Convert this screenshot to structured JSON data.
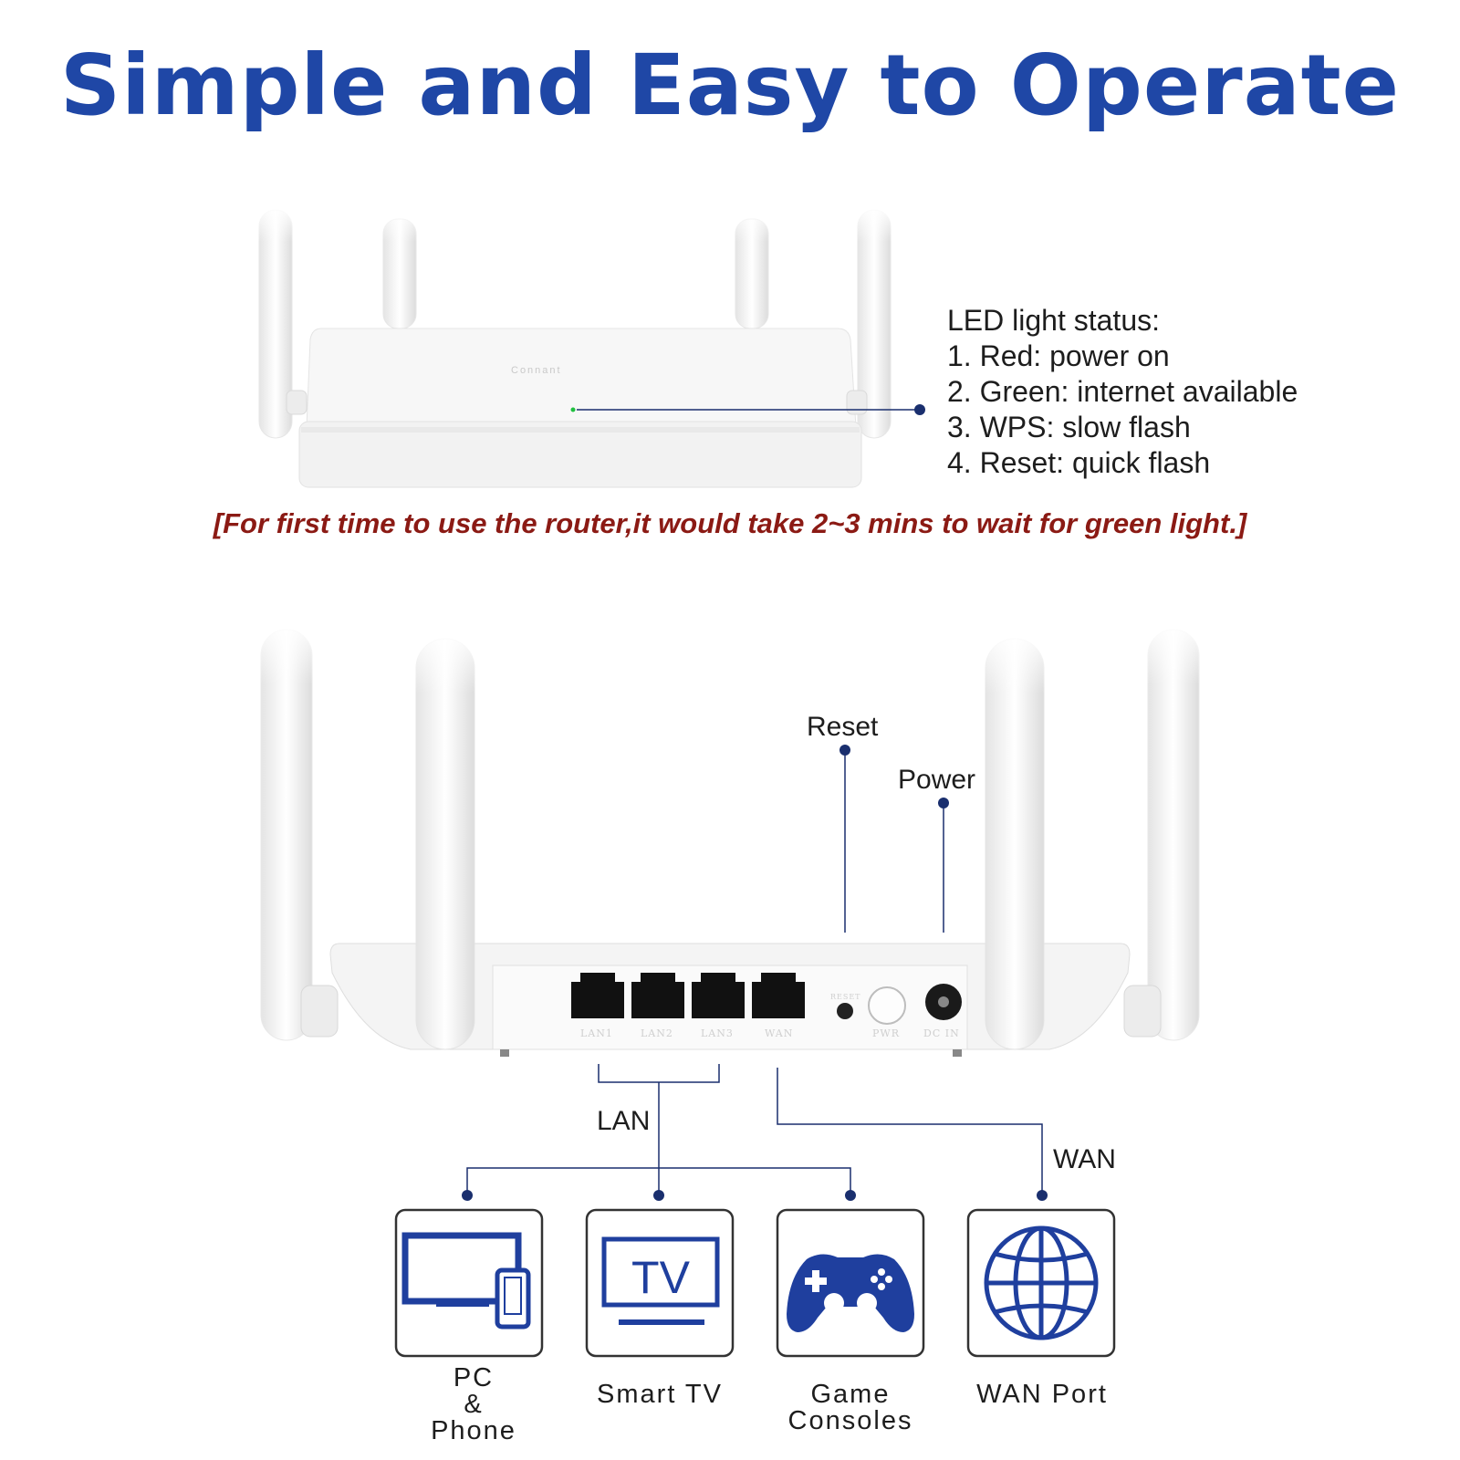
{
  "title": "Simple and Easy to Operate",
  "led_status": {
    "heading": "LED light status:",
    "items": [
      "1. Red: power on",
      "2. Green: internet available",
      "3. WPS: slow flash",
      "4. Reset: quick flash"
    ]
  },
  "notice": "[For first time to use the router,it would take 2~3 mins to wait for green light.]",
  "router_brand": "Connant",
  "rear_labels": {
    "reset": "Reset",
    "power": "Power",
    "lan": "LAN",
    "wan": "WAN"
  },
  "ports": [
    "LAN1",
    "LAN2",
    "LAN3",
    "WAN",
    "RESET",
    "PWR",
    "DC IN"
  ],
  "devices": [
    {
      "icon": "pc-phone-icon",
      "lines": [
        "PC",
        "&",
        "Phone"
      ]
    },
    {
      "icon": "tv-icon",
      "icon_text": "TV",
      "lines": [
        "Smart TV"
      ]
    },
    {
      "icon": "gamepad-icon",
      "lines": [
        "Game",
        "Consoles"
      ]
    },
    {
      "icon": "globe-icon",
      "lines": [
        "WAN Port"
      ]
    }
  ],
  "colors": {
    "accent_blue": "#1f47a6",
    "line_blue": "#1a2f6e",
    "notice_red": "#8b1a14",
    "led_green": "#20c040"
  }
}
